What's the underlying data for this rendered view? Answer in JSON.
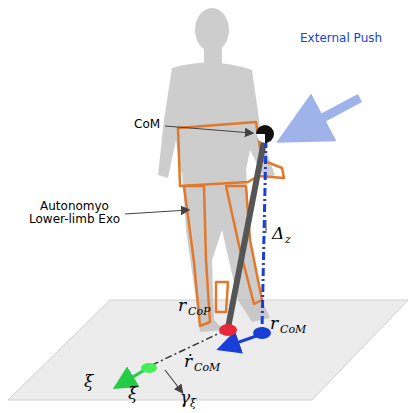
{
  "diagram": {
    "labels": [
      "External Push",
      "CoM",
      "Autonomyo Lower-limb Exo",
      "Δ",
      "z",
      "r",
      "CoP",
      "r",
      "CoM",
      "ṙ",
      "CoM",
      "ξ",
      "ξ̇",
      "γ",
      "ξ"
    ]
  }
}
